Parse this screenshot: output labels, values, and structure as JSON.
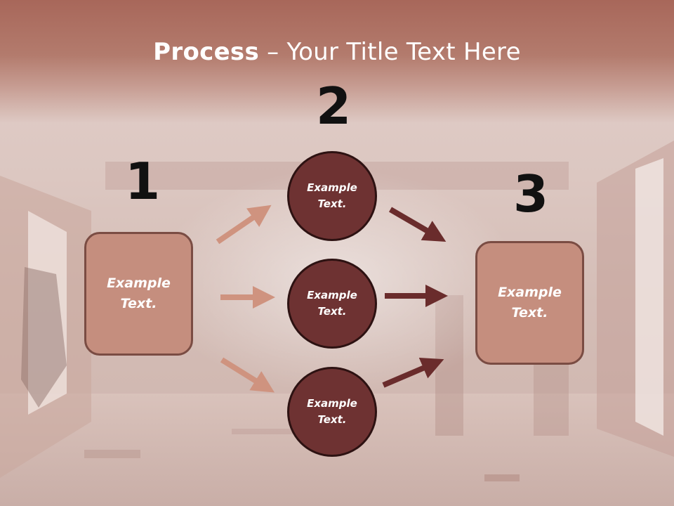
{
  "title": {
    "bold": "Process",
    "rest": " – Your Title Text Here"
  },
  "steps": {
    "one": "1",
    "two": "2",
    "three": "3"
  },
  "boxes": {
    "left": "Example Text.",
    "right": "Example Text."
  },
  "circles": {
    "top": "Example Text.",
    "middle": "Example Text.",
    "bottom": "Example Text."
  },
  "colors": {
    "box_fill": "#c58e7e",
    "circle_fill": "#6e3232",
    "arrow_light": "#cf937f",
    "arrow_dark": "#6a2c2c",
    "title_band": "#a8675a"
  }
}
